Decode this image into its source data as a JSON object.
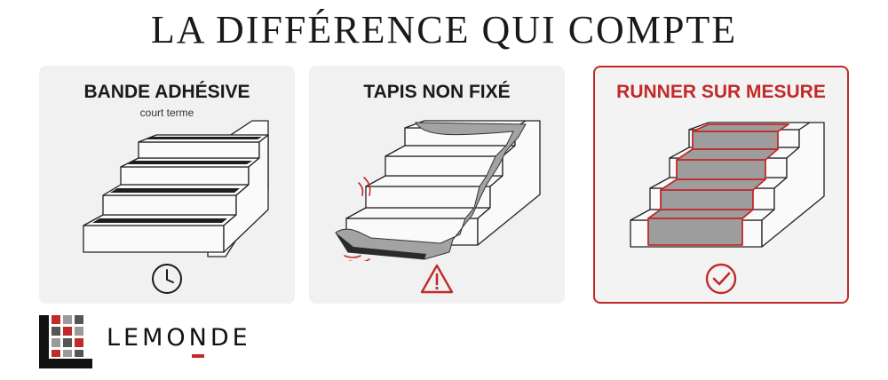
{
  "headline": "LA DIFFÉRENCE QUI COMPTE",
  "panels": [
    {
      "title": "BANDE ADHÉSIVE",
      "subtitle": "court terme",
      "icon": "clock-icon"
    },
    {
      "title": "TAPIS NON FIXÉ",
      "icon": "warning-triangle-icon"
    },
    {
      "title": "RUNNER SUR MESURE",
      "icon": "check-circle-icon"
    }
  ],
  "brand": {
    "name_start": "LEMO",
    "name_accent": "N",
    "name_end": "DE"
  },
  "colors": {
    "accent": "#c22a2a",
    "panel_bg": "#f1f1f1",
    "text": "#1a1a1a"
  }
}
